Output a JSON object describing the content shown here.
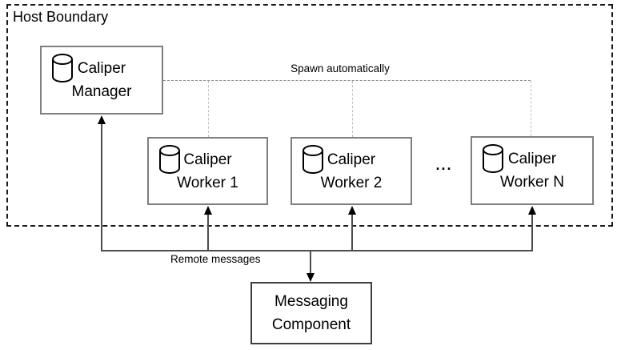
{
  "diagram": {
    "boundary_label": "Host Boundary",
    "nodes": {
      "manager": {
        "line1": "Caliper",
        "line2": "Manager",
        "icon": "database-cylinder"
      },
      "worker1": {
        "line1": "Caliper",
        "line2": "Worker 1",
        "icon": "database-cylinder"
      },
      "worker2": {
        "line1": "Caliper",
        "line2": "Worker 2",
        "icon": "database-cylinder"
      },
      "workerN": {
        "line1": "Caliper",
        "line2": "Worker N",
        "icon": "database-cylinder"
      },
      "messaging": {
        "line1": "Messaging",
        "line2": "Component",
        "icon": "none"
      }
    },
    "ellipsis": "...",
    "labels": {
      "spawn": "Spawn automatically",
      "remote": "Remote messages"
    },
    "colors": {
      "background": "#FFFFFF",
      "box_border": "#7F7F7F",
      "messaging_border": "#404040",
      "boundary_dash": "#1A1A1A",
      "spawn_dash_horizontal": "#8C8C8C",
      "spawn_dash_vertical": "#BFBFBF",
      "connector_line": "#4D4D4D",
      "arrowhead": "#000000",
      "text": "#000000"
    }
  }
}
